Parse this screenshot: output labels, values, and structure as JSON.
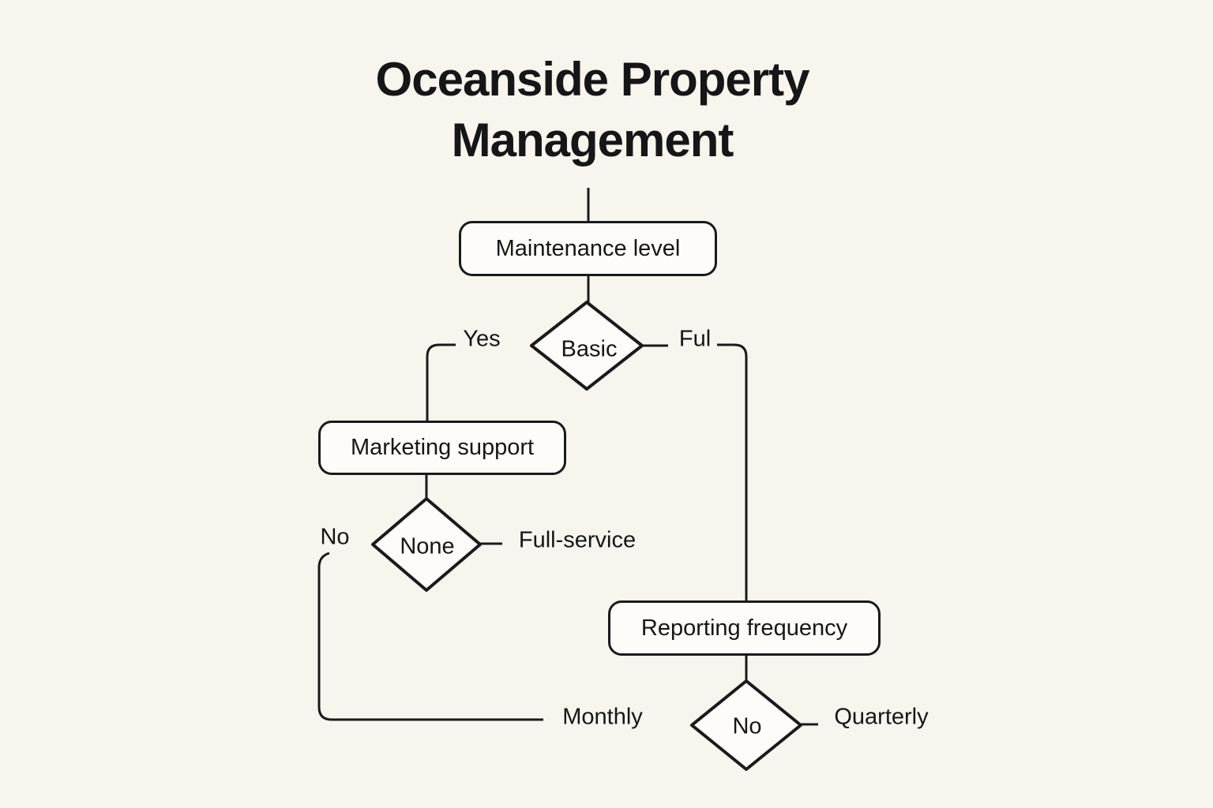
{
  "theme": {
    "background": "#f8f5ef",
    "node_fill": "#fdfcf8",
    "stroke": "#1a1a1a",
    "text": "#161616"
  },
  "title": {
    "line1": "Oceanside Property",
    "line2": "Management"
  },
  "flowchart": {
    "process_nodes": {
      "maintenance_level": "Maintenance level",
      "marketing_support": "Marketing support",
      "reporting_frequency": "Reporting frequency"
    },
    "decision_nodes": {
      "maintenance_decision": "Basic",
      "marketing_decision": "None",
      "reporting_decision": "No"
    },
    "branch_labels": {
      "maintenance_yes": "Yes",
      "maintenance_full": "Ful",
      "marketing_no": "No",
      "marketing_full_service": "Full-service",
      "reporting_monthly": "Monthly",
      "reporting_quarterly": "Quarterly"
    }
  }
}
